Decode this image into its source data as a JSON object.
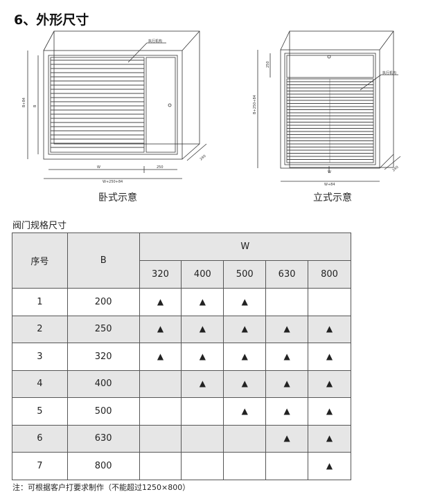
{
  "section_title": "6、外形尺寸",
  "diagram": {
    "horizontal": {
      "caption": "卧式示意",
      "dims": {
        "height_outer": "B+84",
        "height_inner": "B",
        "width_w": "W",
        "width_250": "250",
        "width_total": "W+250+84",
        "depth": "240"
      },
      "callout": "执行机构"
    },
    "vertical": {
      "caption": "立式示意",
      "dims": {
        "top_250": "250",
        "height_total": "B+250+84",
        "width": "W+84",
        "inner_w": "W",
        "depth": "240"
      },
      "callout": "执行机构"
    }
  },
  "table": {
    "title": "阀门规格尺寸",
    "header": {
      "index": "序号",
      "b": "B",
      "w": "W",
      "w_values": [
        "320",
        "400",
        "500",
        "630",
        "800"
      ]
    },
    "mark_symbol": "▲",
    "rows": [
      {
        "index": "1",
        "b": "200",
        "marks": [
          true,
          true,
          true,
          false,
          false
        ]
      },
      {
        "index": "2",
        "b": "250",
        "marks": [
          true,
          true,
          true,
          true,
          true
        ]
      },
      {
        "index": "3",
        "b": "320",
        "marks": [
          true,
          true,
          true,
          true,
          true
        ]
      },
      {
        "index": "4",
        "b": "400",
        "marks": [
          false,
          true,
          true,
          true,
          true
        ]
      },
      {
        "index": "5",
        "b": "500",
        "marks": [
          false,
          false,
          true,
          true,
          true
        ]
      },
      {
        "index": "6",
        "b": "630",
        "marks": [
          false,
          false,
          false,
          true,
          true
        ]
      },
      {
        "index": "7",
        "b": "800",
        "marks": [
          false,
          false,
          false,
          false,
          true
        ]
      }
    ]
  },
  "note": "注：可根据客户打要求制作（不能超过1250×800）"
}
